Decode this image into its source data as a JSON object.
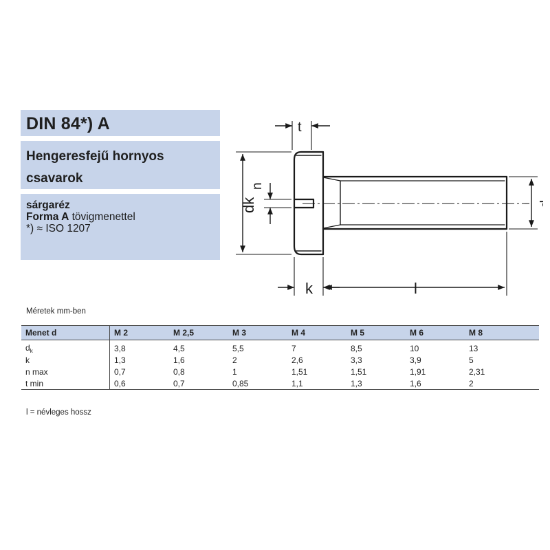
{
  "header": {
    "title": "DIN 84*) A",
    "name_line1": "Hengeresfejű hornyos",
    "name_line2": "csavarok",
    "material": "sárgaréz",
    "form_bold": "Forma A",
    "form_rest": " tövigmenettel",
    "iso_ref": "*) ≈ ISO 1207"
  },
  "drawing": {
    "label_t": "t",
    "label_n": "n",
    "label_dk": "dk",
    "label_d": "d",
    "label_k": "k",
    "label_l": "l"
  },
  "units_note": "Méretek mm-ben",
  "table": {
    "header_label": "Menet d",
    "columns": [
      "M 2",
      "M 2,5",
      "M 3",
      "M 4",
      "M 5",
      "M 6",
      "M 8"
    ],
    "rows": [
      {
        "label_main": "d",
        "label_sub": "k",
        "values": [
          "3,8",
          "4,5",
          "5,5",
          "7",
          "8,5",
          "10",
          "13"
        ]
      },
      {
        "label_main": "k",
        "label_sub": "",
        "values": [
          "1,3",
          "1,6",
          "2",
          "2,6",
          "3,3",
          "3,9",
          "5"
        ]
      },
      {
        "label_main": "n max",
        "label_sub": "",
        "values": [
          "0,7",
          "0,8",
          "1",
          "1,51",
          "1,51",
          "1,91",
          "2,31"
        ]
      },
      {
        "label_main": "t min",
        "label_sub": "",
        "values": [
          "0,6",
          "0,7",
          "0,85",
          "1,1",
          "1,3",
          "1,6",
          "2"
        ]
      }
    ]
  },
  "footnote": "l = névleges hossz"
}
